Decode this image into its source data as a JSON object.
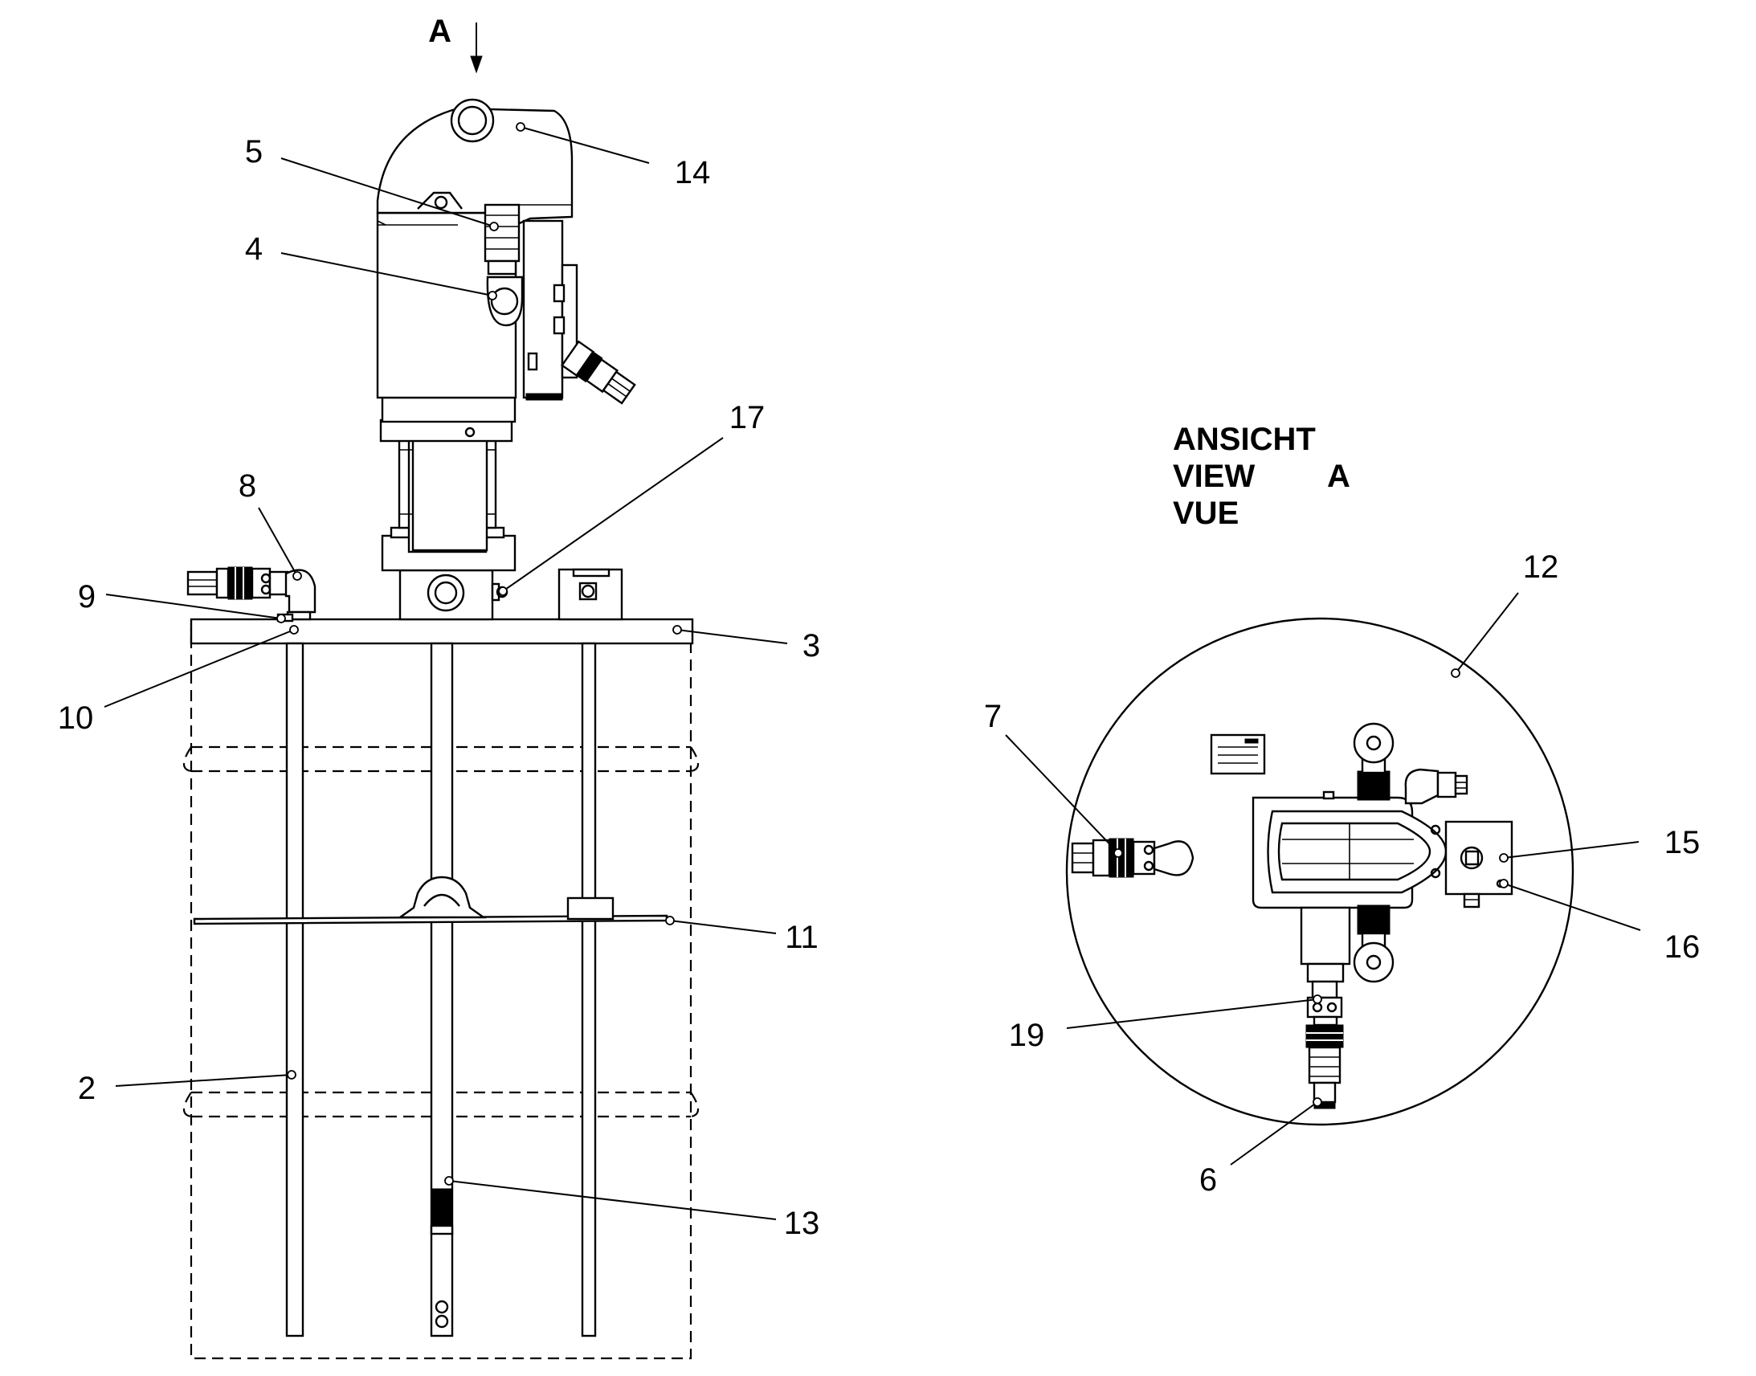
{
  "view_marker": {
    "letter": "A"
  },
  "view_title": {
    "line1": "ANSICHT",
    "line2": "VIEW",
    "line2_letter": "A",
    "line3": "VUE"
  },
  "callouts": {
    "c2": "2",
    "c3": "3",
    "c4": "4",
    "c5": "5",
    "c6": "6",
    "c7": "7",
    "c8": "8",
    "c9": "9",
    "c10": "10",
    "c11": "11",
    "c12": "12",
    "c13": "13",
    "c14": "14",
    "c15": "15",
    "c16": "16",
    "c17": "17",
    "c19": "19"
  }
}
